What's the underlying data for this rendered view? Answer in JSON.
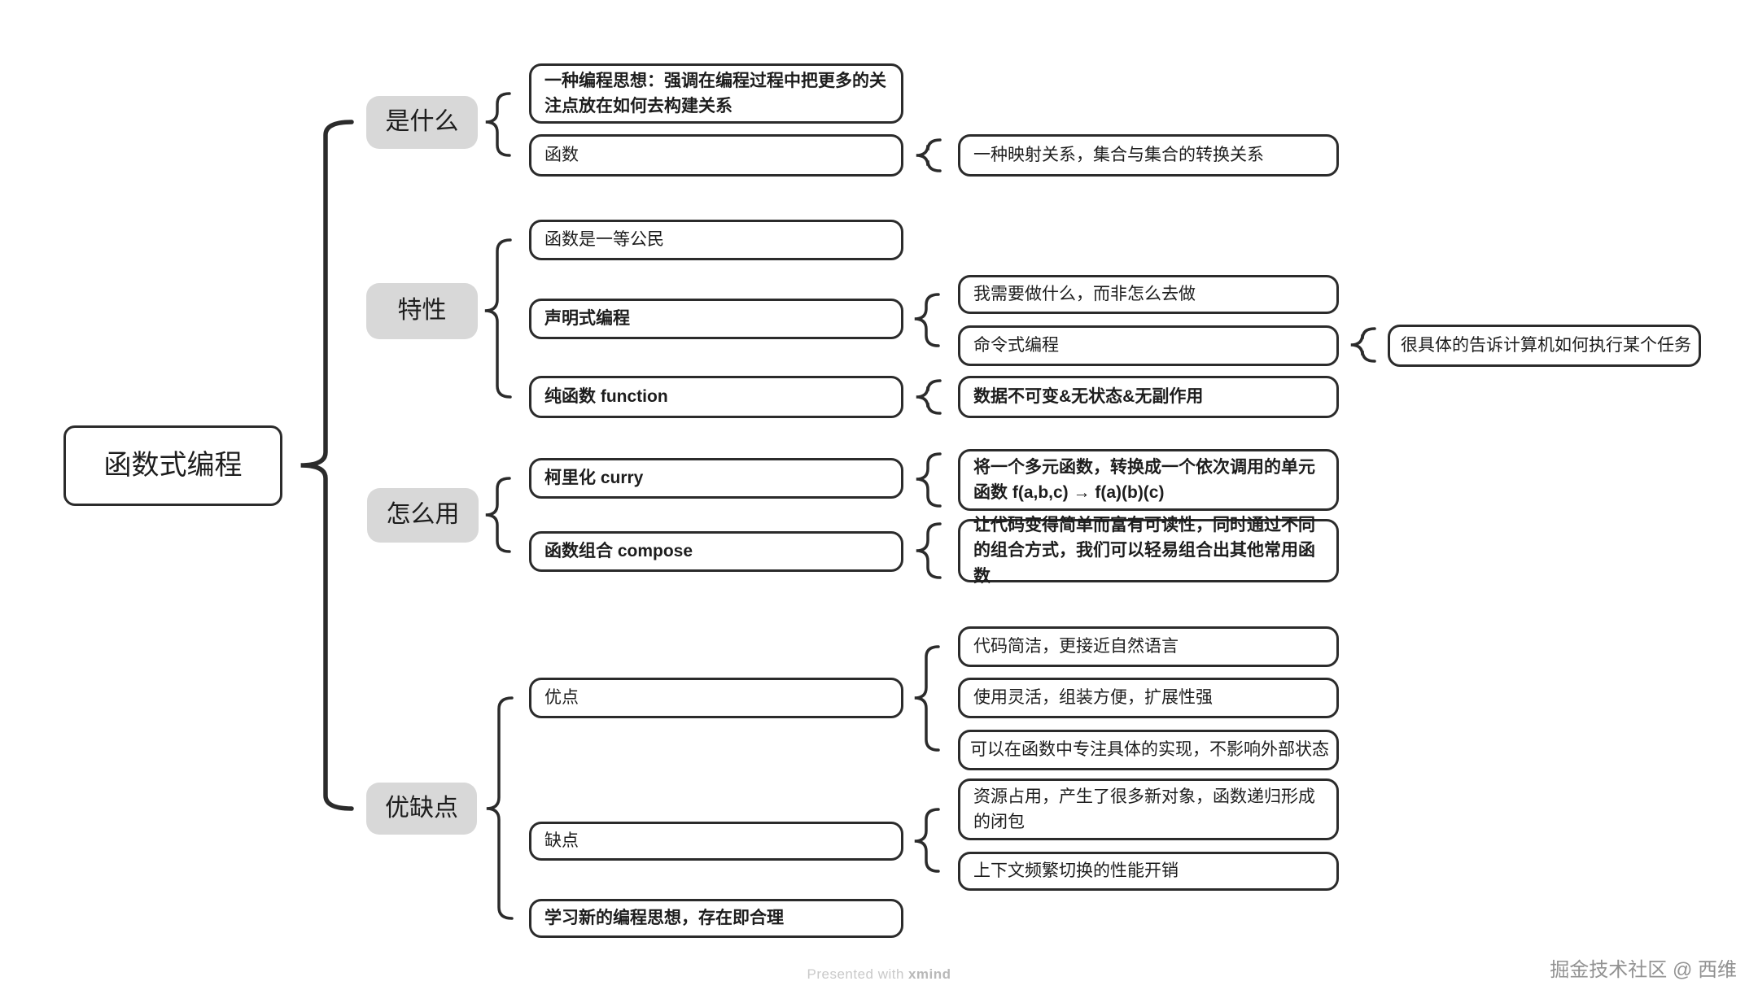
{
  "colors": {
    "line": "#2b2b2b",
    "text": "#1d1d1d",
    "label_bg": "#d8d8d8",
    "node_bg": "#ffffff",
    "watermark": "#c9c9c9",
    "credit": "#929292"
  },
  "watermark": {
    "presented": "Presented with",
    "brand": "xmind",
    "credit": "掘金技术社区 @ 西维"
  },
  "mindmap": {
    "root_label": "函数式编程",
    "nodes": [
      {
        "id": "root",
        "text": "函数式编程",
        "bold": false,
        "parent": null
      },
      {
        "id": "b1",
        "text": "是什么",
        "bold": false,
        "parent": "root"
      },
      {
        "id": "b2",
        "text": "特性",
        "bold": false,
        "parent": "root"
      },
      {
        "id": "b3",
        "text": "怎么用",
        "bold": false,
        "parent": "root"
      },
      {
        "id": "b4",
        "text": "优缺点",
        "bold": false,
        "parent": "root"
      },
      {
        "id": "n1",
        "text": "一种编程思想：强调在编程过程中把更多的关注点放在如何去构建关系",
        "bold": true,
        "parent": "b1"
      },
      {
        "id": "n2",
        "text": "函数",
        "bold": false,
        "parent": "b1"
      },
      {
        "id": "m1",
        "text": "一种映射关系，集合与集合的转换关系",
        "bold": false,
        "parent": "n2"
      },
      {
        "id": "n3",
        "text": "函数是一等公民",
        "bold": false,
        "parent": "b2"
      },
      {
        "id": "n4",
        "text": "声明式编程",
        "bold": true,
        "parent": "b2"
      },
      {
        "id": "m2",
        "text": "我需要做什么，而非怎么去做",
        "bold": false,
        "parent": "n4"
      },
      {
        "id": "m3",
        "text": "命令式编程",
        "bold": false,
        "parent": "n4"
      },
      {
        "id": "k1",
        "text": "很具体的告诉计算机如何执行某个任务",
        "bold": false,
        "parent": "m3"
      },
      {
        "id": "n5",
        "text": "纯函数 function",
        "bold": true,
        "parent": "b2"
      },
      {
        "id": "m4",
        "text": "数据不可变&无状态&无副作用",
        "bold": true,
        "parent": "n5"
      },
      {
        "id": "n6",
        "text": "柯里化 curry",
        "bold": true,
        "parent": "b3"
      },
      {
        "id": "m5",
        "text": "将一个多元函数，转换成一个依次调用的单元函数 f(a,b,c) → f(a)(b)(c)",
        "bold": true,
        "parent": "n6"
      },
      {
        "id": "n7",
        "text": "函数组合 compose",
        "bold": true,
        "parent": "b3"
      },
      {
        "id": "m6",
        "text": "让代码变得简单而富有可读性，同时通过不同的组合方式，我们可以轻易组合出其他常用函数",
        "bold": true,
        "parent": "n7"
      },
      {
        "id": "n8",
        "text": "优点",
        "bold": false,
        "parent": "b4"
      },
      {
        "id": "m7",
        "text": "代码简洁，更接近自然语言",
        "bold": false,
        "parent": "n8"
      },
      {
        "id": "m8",
        "text": "使用灵活，组装方便，扩展性强",
        "bold": false,
        "parent": "n8"
      },
      {
        "id": "m9",
        "text": "可以在函数中专注具体的实现，不影响外部状态",
        "bold": false,
        "parent": "n8"
      },
      {
        "id": "n9",
        "text": "缺点",
        "bold": false,
        "parent": "b4"
      },
      {
        "id": "m10",
        "text": "资源占用，产生了很多新对象，函数递归形成的闭包",
        "bold": false,
        "parent": "n9"
      },
      {
        "id": "m11",
        "text": "上下文频繁切换的性能开销",
        "bold": false,
        "parent": "n9"
      },
      {
        "id": "n10",
        "text": "学习新的编程思想，存在即合理",
        "bold": true,
        "parent": "b4"
      }
    ]
  }
}
